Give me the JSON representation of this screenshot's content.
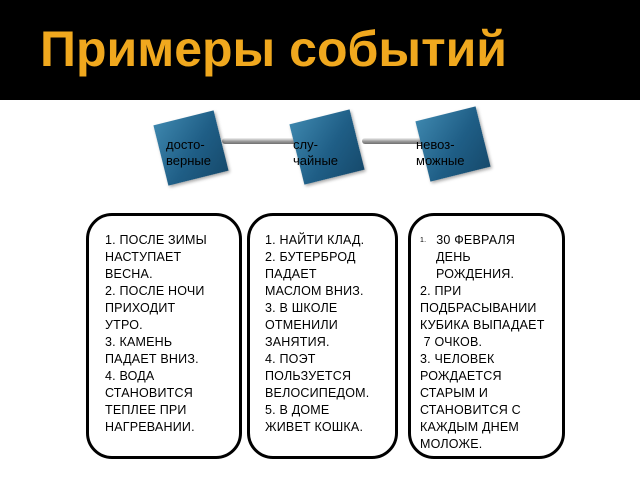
{
  "title": "Примеры событий",
  "categories": [
    {
      "line1": "досто-",
      "line2": "верные"
    },
    {
      "line1": "слу-",
      "line2": "чайные"
    },
    {
      "line1": "невоз-",
      "line2": "можные"
    }
  ],
  "lists": {
    "certain": [
      "1. ПОСЛЕ ЗИМЫ",
      "НАСТУПАЕТ",
      "ВЕСНА.",
      "2. ПОСЛЕ НОЧИ",
      "ПРИХОДИТ",
      "УТРО.",
      "3. КАМЕНЬ",
      "ПАДАЕТ ВНИЗ.",
      "4. ВОДА",
      "СТАНОВИТСЯ",
      "ТЕПЛЕЕ ПРИ",
      "НАГРЕВАНИИ."
    ],
    "random": [
      "1. НАЙТИ КЛАД.",
      "2. БУТЕРБРОД",
      "ПАДАЕТ",
      "МАСЛОМ ВНИЗ.",
      "3. В ШКОЛЕ",
      "ОТМЕНИЛИ",
      "ЗАНЯТИЯ.",
      "4. ПОЭТ",
      "ПОЛЬЗУЕТСЯ",
      "ВЕЛОСИПЕДОМ.",
      "5. В ДОМЕ",
      "ЖИВЕТ КОШКА."
    ],
    "impossible": {
      "first_num": "1.",
      "first_text": "30 ФЕВРАЛЯ",
      "rest": [
        "ДЕНЬ",
        "РОЖДЕНИЯ.",
        "2. ПРИ",
        "ПОДБРАСЫВАНИИ",
        "КУБИКА ВЫПАДАЕТ",
        " 7 ОЧКОВ.",
        "3. ЧЕЛОВЕК",
        "РОЖДАЕТСЯ",
        "СТАРЫМ И",
        "СТАНОВИТСЯ С",
        "КАЖДЫМ ДНЕМ",
        "МОЛОЖЕ."
      ]
    }
  }
}
